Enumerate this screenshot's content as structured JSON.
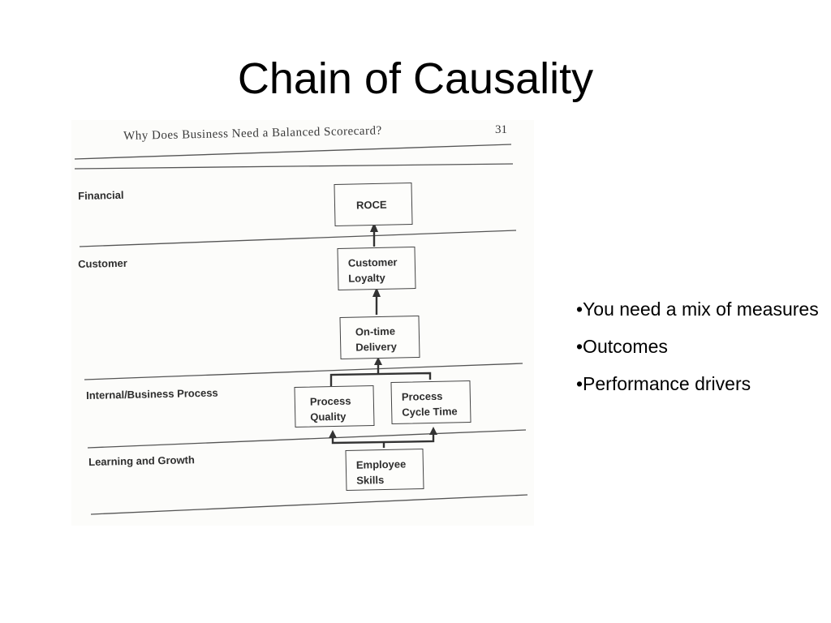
{
  "slide": {
    "title": "Chain of Causality",
    "bullets": [
      "•You need a mix of measures",
      "•Outcomes",
      "•Performance drivers"
    ]
  },
  "scan": {
    "header": "Why Does Business Need a Balanced Scorecard?",
    "page_number": "31",
    "perspectives": [
      "Financial",
      "Customer",
      "Internal/Business Process",
      "Learning and Growth"
    ],
    "boxes": {
      "roce": "ROCE",
      "customer_loyalty": "Customer\nLoyalty",
      "on_time_delivery": "On-time\nDelivery",
      "process_quality": "Process\nQuality",
      "process_cycle_time": "Process\nCycle Time",
      "employee_skills": "Employee\nSkills"
    }
  },
  "colors": {
    "text": "#000000",
    "scan_ink": "#444444",
    "background": "#ffffff"
  }
}
